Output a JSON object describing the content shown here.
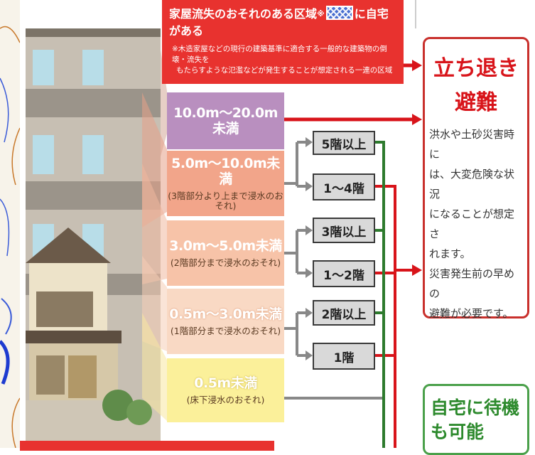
{
  "banner": {
    "title_before": "家屋流失のおそれのある区域",
    "title_mark": "※",
    "title_after": "に自宅がある",
    "note_line1": "※木造家屋などの現行の建築基準に適合する一般的な建築物の倒壊・流失を",
    "note_line2": "もたらすような氾濫などが発生することが想定される一連の区域"
  },
  "depths": [
    {
      "main": "10.0m～20.0m未満",
      "sub": "",
      "color": "#b98fbf"
    },
    {
      "main": "5.0m～10.0m未満",
      "sub": "(3階部分より上まで浸水のおそれ)",
      "color": "#f2a58a"
    },
    {
      "main": "3.0m～5.0m未満",
      "sub": "(2階部分まで浸水のおそれ)",
      "color": "#f7c3a8"
    },
    {
      "main": "0.5m～3.0m未満",
      "sub": "(1階部分まで浸水のおそれ)",
      "color": "#f9d9c4"
    },
    {
      "main": "0.5m未満",
      "sub": "(床下浸水のおそれ)",
      "color": "#fbf09a"
    }
  ],
  "floors": [
    {
      "label": "5階以上"
    },
    {
      "label": "1～4階"
    },
    {
      "label": "3階以上"
    },
    {
      "label": "1～2階"
    },
    {
      "label": "2階以上"
    },
    {
      "label": "1階"
    }
  ],
  "evacuate": {
    "title_line1": "立ち退き",
    "title_line2": "避難",
    "body": [
      "洪水や土砂災害時に",
      "は、大変危険な状況",
      "になることが想定さ",
      "れます。",
      "災害発生前の早めの",
      "避難が必要です。"
    ]
  },
  "stay": {
    "title_line1": "自宅に待機",
    "title_line2": "も可能"
  },
  "colors": {
    "red": "#d8141a",
    "green": "#2d8a2d",
    "banner_red": "#e8322f"
  }
}
